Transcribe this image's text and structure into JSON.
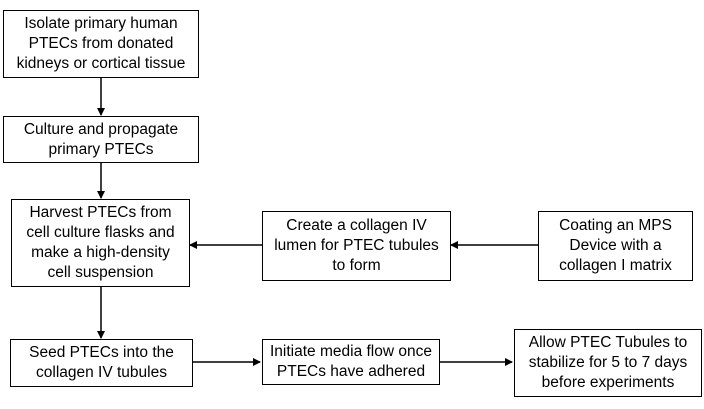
{
  "steps": {
    "isolate": "Isolate primary human\nPTECs from donated\nkidneys or cortical tissue",
    "culture": "Culture and propagate\nprimary PTECs",
    "harvest": "Harvest PTECs from\ncell culture flasks and\nmake a high-density\ncell suspension",
    "collagen_iv": "Create a collagen IV\nlumen for PTEC tubules\nto form",
    "coating": "Coating an MPS\nDevice with a\ncollagen I matrix",
    "seed": "Seed PTECs into the\ncollagen IV tubules",
    "media": "Initiate media flow once\nPTECs have adhered",
    "stabilize": "Allow PTEC Tubules to\nstabilize for 5 to 7 days\nbefore experiments"
  }
}
